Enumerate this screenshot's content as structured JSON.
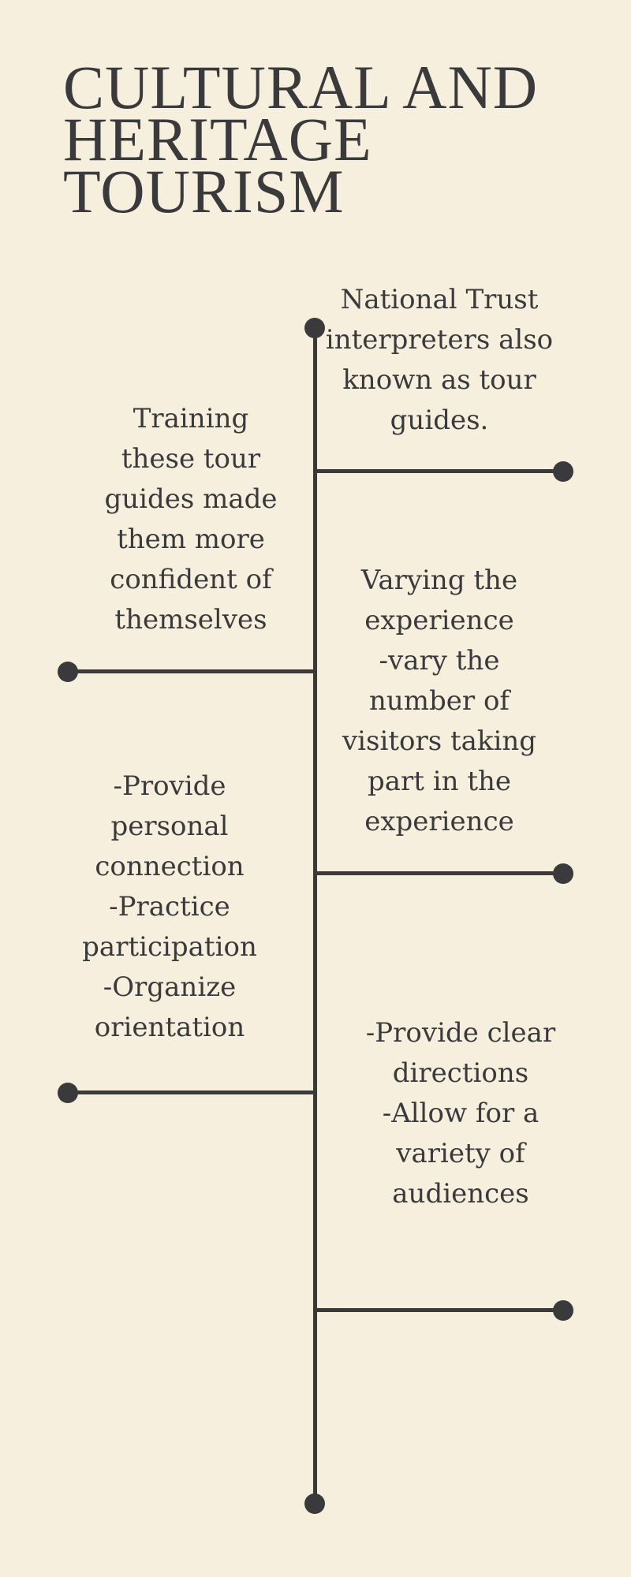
{
  "title": {
    "lines": [
      "CULTURAL AND",
      "HERITAGE",
      "TOURISM"
    ]
  },
  "timeline": {
    "entries": [
      {
        "side": "right",
        "lines": [
          "National Trust",
          "interpreters also",
          "known as tour",
          "guides."
        ]
      },
      {
        "side": "left",
        "lines": [
          "Training",
          "these tour",
          "guides made",
          "them more",
          "confident of",
          "themselves"
        ]
      },
      {
        "side": "right",
        "lines": [
          "Varying the",
          "experience",
          "-vary the",
          "number of",
          "visitors taking",
          "part in the",
          "experience"
        ]
      },
      {
        "side": "left",
        "lines": [
          "-Provide",
          "personal",
          "connection",
          "-Practice",
          "participation",
          "-Organize",
          "orientation"
        ]
      },
      {
        "side": "right",
        "lines": [
          "-Provide clear",
          "directions",
          "-Allow for a",
          "variety of",
          "audiences"
        ]
      }
    ]
  },
  "colors": {
    "background": "#f7efde",
    "ink": "#3a3a3c"
  }
}
